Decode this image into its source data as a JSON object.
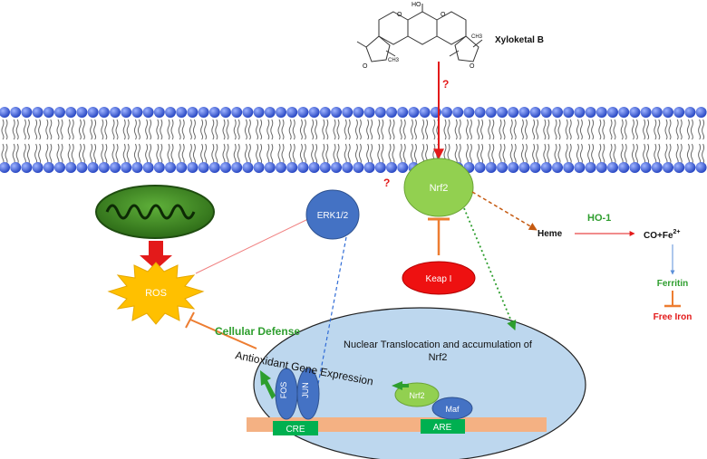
{
  "compound": {
    "name": "Xyloketal B",
    "labels": {
      "oh": "HO",
      "ch3_a": "CH3",
      "ch3_b": "CH3",
      "o_a": "O",
      "o_b": "O",
      "o_c": "O",
      "o_d": "O"
    }
  },
  "question_mark": "?",
  "nodes": {
    "erk": "ERK1/2",
    "nrf2": "Nrf2",
    "keap": "Keap I",
    "ros": "ROS",
    "heme": "Heme",
    "ho1": "HO-1",
    "co_fe": "CO+Fe",
    "co_fe_sup": "2+",
    "ferritin": "Ferritin",
    "free_iron": "Free Iron"
  },
  "nucleus": {
    "title_line1": "Nuclear Translocation and accumulation of",
    "title_line2": "Nrf2",
    "nrf2_small": "Nrf2",
    "maf": "Maf",
    "fos": "FOS",
    "jun": "JUN",
    "cre": "CRE",
    "are": "ARE"
  },
  "labels": {
    "cellular_defense": "Cellular Defense",
    "antioxidant": "Antioxidant Gene Expression"
  },
  "colors": {
    "membrane_head": "#3d5fd6",
    "green_label": "#2e9e2e",
    "red": "#e31a1a",
    "orange": "#ed7d31",
    "nucleus_fill": "#bdd7ee",
    "dna": "#f4b183",
    "box_green": "#00b050",
    "blue_node": "#4472c4",
    "nrf2_green": "#92d050",
    "ros_yellow": "#ffc000"
  }
}
